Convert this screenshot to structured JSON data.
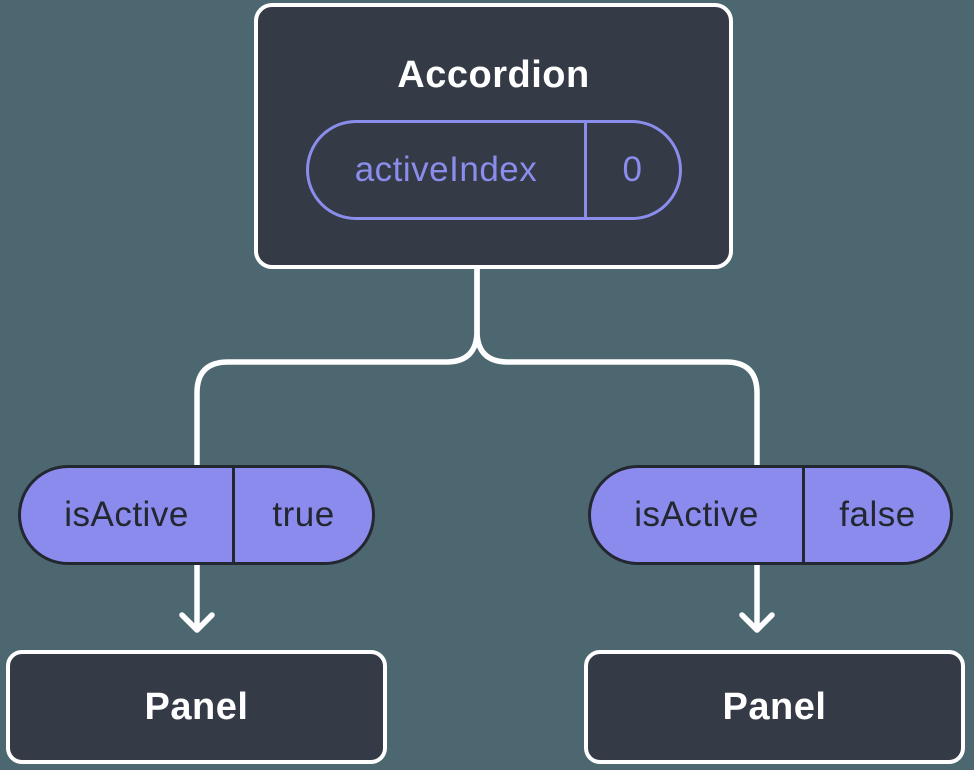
{
  "colors": {
    "background": "#4D6770",
    "box_fill": "#343A46",
    "box_border": "#FFFFFF",
    "accent_purple": "#8A8DEB",
    "pill_fill": "#8B8BEE",
    "pill_dark": "#23272F",
    "connector": "#FFFFFF",
    "text_light": "#FFFFFF"
  },
  "diagram": {
    "type": "component-tree",
    "root": {
      "title": "Accordion",
      "state": {
        "name": "activeIndex",
        "value": "0"
      }
    },
    "children": [
      {
        "title": "Panel",
        "prop": {
          "name": "isActive",
          "value": "true"
        }
      },
      {
        "title": "Panel",
        "prop": {
          "name": "isActive",
          "value": "false"
        }
      }
    ]
  }
}
